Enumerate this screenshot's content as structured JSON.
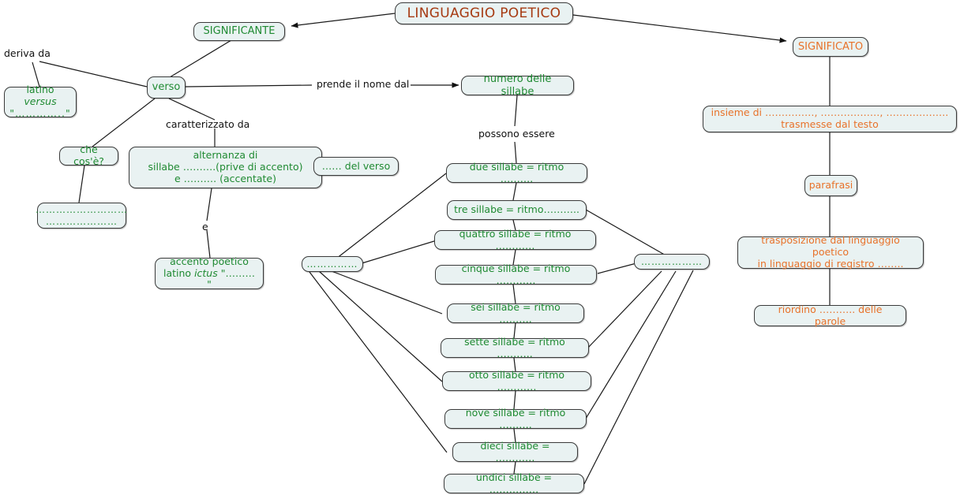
{
  "diagram": {
    "title_node": "LINGUAGGIO POETICO",
    "branches": {
      "significante": "SIGNIFICANTE",
      "significato": "SIGNIFICATO"
    },
    "left_branch": {
      "verso": "verso",
      "deriva_label": "deriva da",
      "latino_versus_pre": "latino ",
      "latino_versus_it": "versus",
      "latino_versus_post": "\"…………..\"",
      "che_cose": "che cos'è?",
      "che_cose_answer_line1": "………………………",
      "che_cose_answer_line2": "…………………",
      "caratterizzato_label": "caratterizzato da",
      "alternanza_line1": "alternanza di",
      "alternanza_line2": "sillabe ……….(prive di accento)",
      "alternanza_line3": "e ………. (accentate)",
      "del_verso": "……  del verso",
      "e_label": "e",
      "accento_line1": "accento poetico",
      "accento_line2_pre": "latino ",
      "accento_line2_it": "ictus",
      "accento_line2_post": " \"……… \""
    },
    "center_branch": {
      "prende_label": "prende il nome dal",
      "numero_sillabe": "numero delle sillabe",
      "possono_label": "possono essere",
      "hub_left": "……………",
      "hub_right": "………………",
      "syllables": [
        "due sillabe = ritmo ……….",
        "tre sillabe = ritmo………..",
        "quattro sillabe = ritmo …………",
        "cinque sillabe = ritmo …………",
        "sei sillabe = ritmo ……….",
        "sette sillabe = ritmo ………..",
        "otto sillabe = ritmo …………",
        "nove sillabe = ritmo ……….",
        "dieci sillabe = …………",
        "undici sillabe = ……………"
      ]
    },
    "right_branch": {
      "insieme_line1": "insieme di ……………, ………………, ……………….",
      "insieme_line2": "trasmesse dal testo",
      "parafrasi": "parafrasi",
      "trasposizione_line1": "trasposizione dal linguaggio poetico",
      "trasposizione_line2": "in linguaggio di registro ……..",
      "riordino": "riordino ……….. delle parole"
    },
    "colors": {
      "green_text": "#1f8a32",
      "orange_text": "#e8722a",
      "title_text": "#a63a12",
      "node_fill": "#e9f2f2",
      "node_border": "#3a3a3a",
      "edge": "#1a1a1a"
    }
  }
}
